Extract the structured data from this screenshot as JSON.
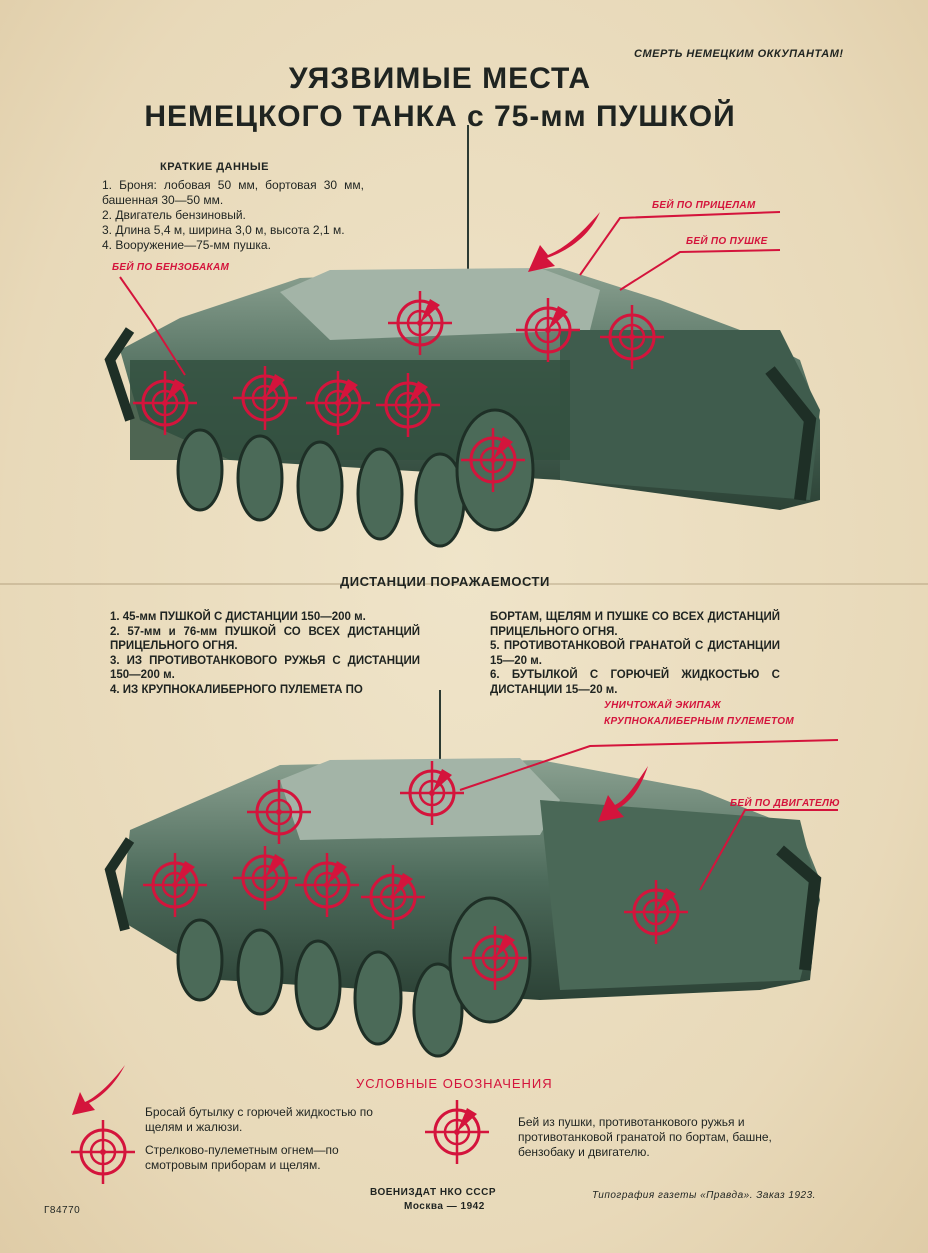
{
  "header": {
    "slogan": "СМЕРТЬ НЕМЕЦКИМ ОККУПАНТАМ!",
    "title_line1": "УЯЗВИМЫЕ МЕСТА",
    "title_line2": "НЕМЕЦКОГО ТАНКА с 75-мм ПУШКОЙ"
  },
  "brief": {
    "heading": "КРАТКИЕ ДАННЫЕ",
    "items": [
      "1. Броня: лобовая 50 мм, бортовая 30 мм, башенная 30—50 мм.",
      "2. Двигатель бензиновый.",
      "3. Длина 5,4 м, ширина 3,0 м, высота 2,1 м.",
      "4. Вооружение—75-мм пушка."
    ]
  },
  "callouts_top": {
    "fuel": "БЕЙ ПО БЕНЗОБАКАМ",
    "sights": "БЕЙ ПО ПРИЦЕЛАМ",
    "gun": "БЕЙ ПО ПУШКЕ"
  },
  "distances": {
    "heading": "ДИСТАНЦИИ ПОРАЖАЕМОСТИ",
    "left": [
      "1. 45-мм ПУШКОЙ С ДИСТАНЦИИ 150—200 м.",
      "2. 57-мм и 76-мм ПУШКОЙ СО ВСЕХ ДИСТАНЦИЙ ПРИЦЕЛЬНОГО ОГНЯ.",
      "3. ИЗ ПРОТИВОТАНКОВОГО РУЖЬЯ С ДИСТАНЦИИ 150—200 м.",
      "4. ИЗ КРУПНОКАЛИБЕРНОГО ПУЛЕМЕТА ПО"
    ],
    "right": [
      "БОРТАМ, ЩЕЛЯМ И ПУШКЕ СО ВСЕХ ДИСТАНЦИЙ ПРИЦЕЛЬНОГО ОГНЯ.",
      "5. ПРОТИВОТАНКОВОЙ ГРАНАТОЙ С ДИСТАНЦИИ 15—20 м.",
      "6. БУТЫЛКОЙ С ГОРЮЧЕЙ ЖИДКОСТЬЮ С ДИСТАНЦИИ 15—20 м."
    ]
  },
  "callouts_bottom": {
    "crew_line1": "УНИЧТОЖАЙ ЭКИПАЖ",
    "crew_line2": "КРУПНОКАЛИБЕРНЫМ ПУЛЕМЕТОМ",
    "engine": "БЕЙ ПО ДВИГАТЕЛЮ"
  },
  "legend": {
    "title": "УСЛОВНЫЕ ОБОЗНАЧЕНИЯ",
    "arrow_text": "Бросай бутылку с горючей жидкостью по щелям и жалюзи.",
    "target_text": "Стрелково-пулеметным огнем—по смотровым приборам и щелям.",
    "gun_text": "Бей из пушки, противотанкового ружья и противотанковой гранатой по бортам, башне, бензобаку и двигателю."
  },
  "footer": {
    "code": "Г84770",
    "publisher_line1": "ВОЕНИЗДАТ НКО СССР",
    "publisher_line2": "Москва — 1942",
    "printer": "Типография газеты «Правда». Заказ 1923."
  },
  "colors": {
    "accent_red": "#d4143c",
    "tank_green": "#3c5a4c",
    "paper": "#ece0c4"
  }
}
